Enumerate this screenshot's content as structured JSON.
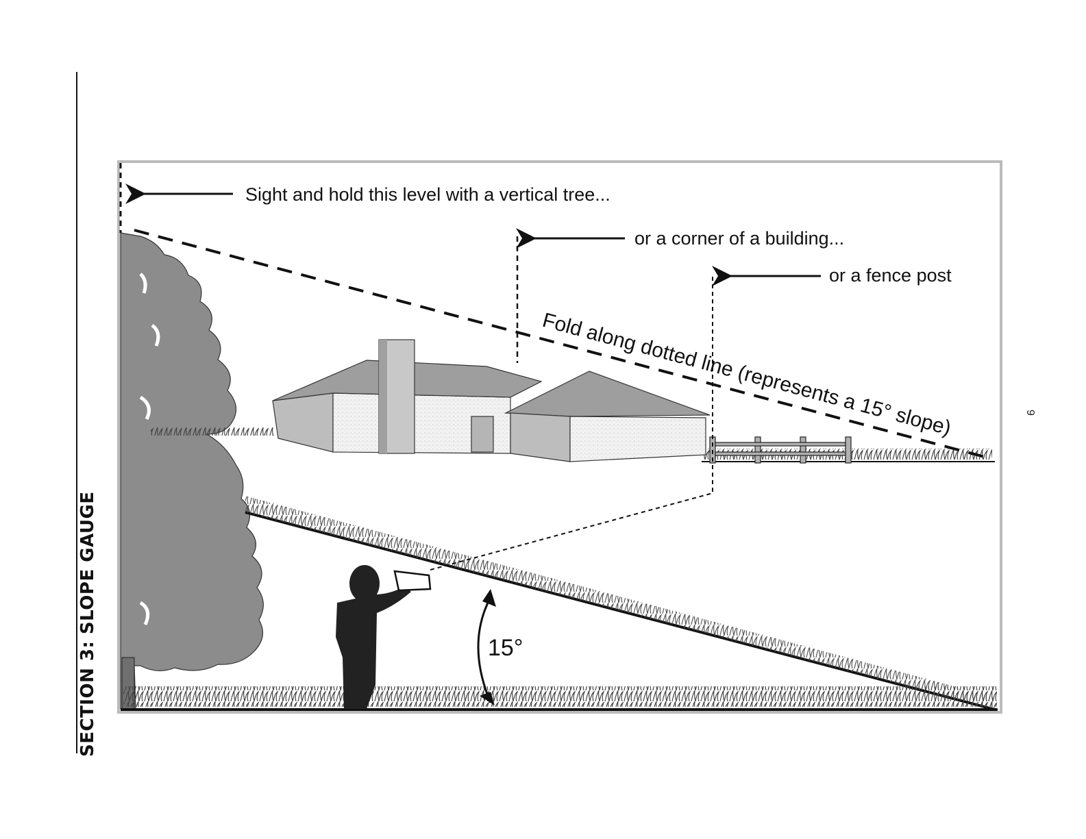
{
  "section": {
    "title": "SECTION 3:  SLOPE GAUGE"
  },
  "page": {
    "number": "9"
  },
  "diagram": {
    "caption_tree": "Sight and hold this level with a vertical tree...",
    "caption_building": "or a corner of a building...",
    "caption_fence": "or a fence post",
    "fold_label": "Fold along dotted line (represents a 15° slope)",
    "angle_label": "15°"
  },
  "colors": {
    "ink": "#111111",
    "tree": "#8c8c8c",
    "roof": "#9e9e9e",
    "wall_light": "#eeeeee",
    "wall_dark": "#bdbdbd",
    "grass": "#555555",
    "person": "#222222"
  }
}
